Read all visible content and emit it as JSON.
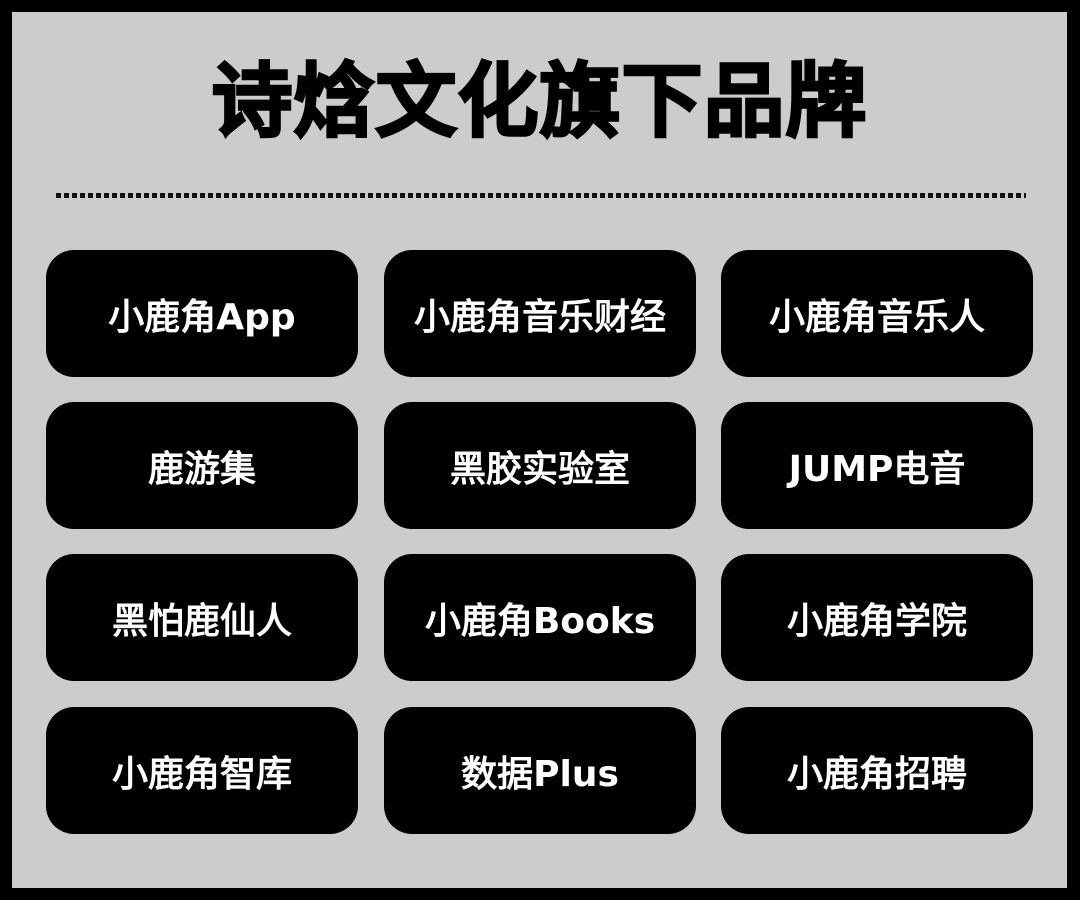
{
  "title": "诗焓文化旗下品牌",
  "colors": {
    "background": "#cccccc",
    "frame": "#000000",
    "card": "#000000",
    "card_text": "#ffffff"
  },
  "brands": [
    {
      "label": "小鹿角App"
    },
    {
      "label": "小鹿角音乐财经"
    },
    {
      "label": "小鹿角音乐人"
    },
    {
      "label": "鹿游集"
    },
    {
      "label": "黑胶实验室"
    },
    {
      "label": "JUMP电音"
    },
    {
      "label": "黑怕鹿仙人"
    },
    {
      "label": "小鹿角Books"
    },
    {
      "label": "小鹿角学院"
    },
    {
      "label": "小鹿角智库"
    },
    {
      "label": "数据Plus"
    },
    {
      "label": "小鹿角招聘"
    }
  ]
}
